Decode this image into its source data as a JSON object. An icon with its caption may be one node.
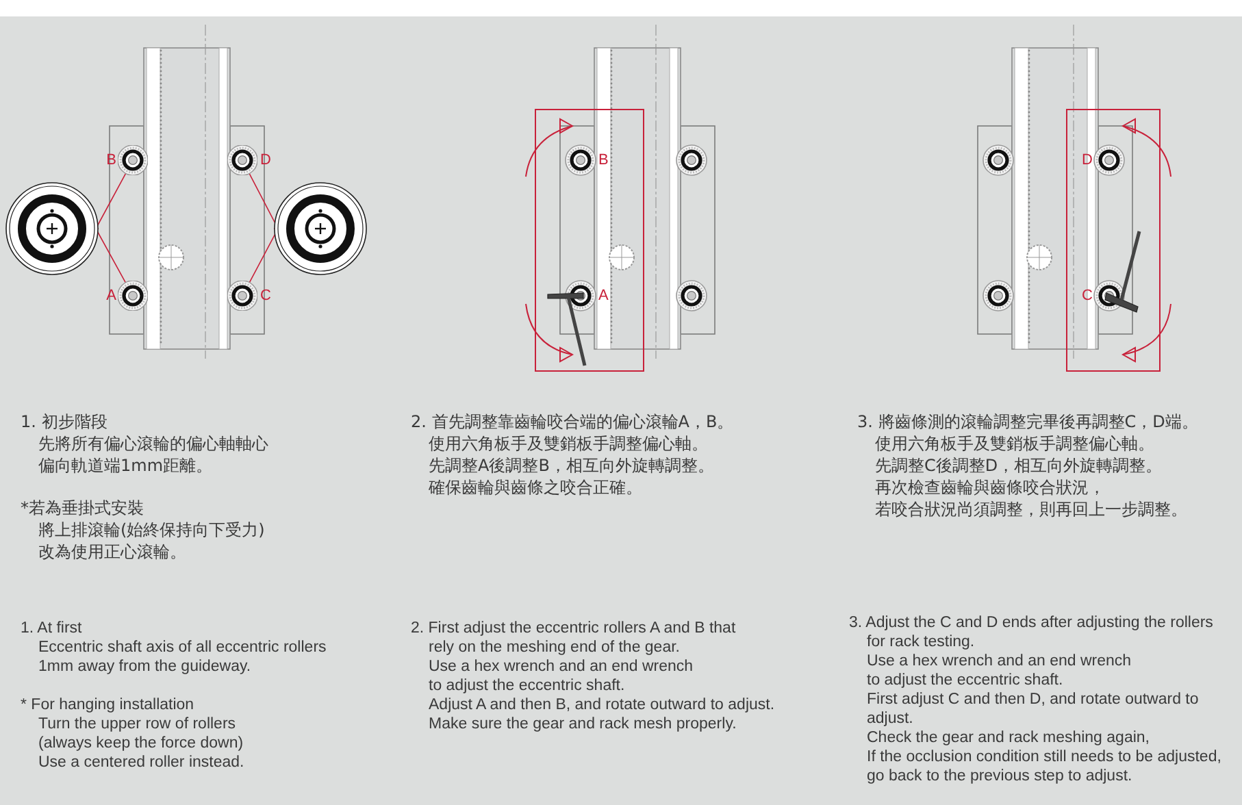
{
  "diagram": {
    "nodes": [
      {
        "text": [],
        "shape": "circle"
      },
      {
        "text": [],
        "shape": "circle",
        "beside": [
          "B"
        ]
      },
      {
        "text": [],
        "shape": "circle",
        "beside": [
          "A"
        ]
      },
      {
        "text": [],
        "shape": "circle",
        "beside": [
          "D"
        ]
      },
      {
        "text": [],
        "shape": "circle",
        "beside": [
          "C"
        ]
      },
      {
        "text": [],
        "shape": "circle"
      }
    ],
    "edges": [
      {
        "from": 1,
        "to": 0,
        "arrow": "none"
      },
      {
        "from": 2,
        "to": 0,
        "arrow": "none"
      },
      {
        "from": 3,
        "to": 5,
        "arrow": "none"
      },
      {
        "from": 4,
        "to": 5,
        "arrow": "none"
      }
    ],
    "labels": [
      "1. 初步階段",
      "先將所有偏心滾輪的偏心軸軸心",
      "偏向軌道端1mm距離。",
      "*若為垂掛式安裝",
      "將上排滾輪(始終保持向下受力)",
      "改為使用正心滾輪。",
      "2. 首先調整靠齒輪咬合端的偏心滾輪A，B。",
      "使用六角板手及雙銷板手調整偏心軸。",
      "先調整A後調整B，相互向外旋轉調整。",
      "確保齒輪與齒條之咬合正確。",
      "3. 將齒條測的滾輪調整完畢後再調整C，D端。",
      "使用六角板手及雙銷板手調整偏心軸。",
      "先調整C後調整D，相互向外旋轉調整。",
      "再次檢查齒輪與齒條咬合狀況，",
      "若咬合狀況尚須調整，則再回上一步調整。",
      "1. At first",
      "Eccentric shaft axis of all eccentric rollers",
      "1mm away from the guideway.",
      "* For hanging installation",
      "Turn the upper row of rollers",
      "(always keep the force down)",
      "Use a centered roller instead.",
      "2. First adjust the eccentric rollers A and B that",
      "rely on the meshing end of the gear.",
      "Use a hex wrench and an end wrench",
      "to adjust the eccentric shaft.",
      "Adjust A and then B, and rotate outward to adjust.",
      "Make sure the gear and rack mesh properly.",
      "3. Adjust the C and D ends after adjusting the rollers",
      "for rack testing.",
      "Use a hex wrench and an end wrench",
      "to adjust the eccentric shaft.",
      "First adjust C and then D, and rotate outward to adjust.",
      "Check the gear and rack meshing again,",
      "If the occlusion condition still needs to be adjusted,",
      "go back to the previous step to adjust.",
      "B",
      "A",
      "D",
      "C"
    ]
  }
}
